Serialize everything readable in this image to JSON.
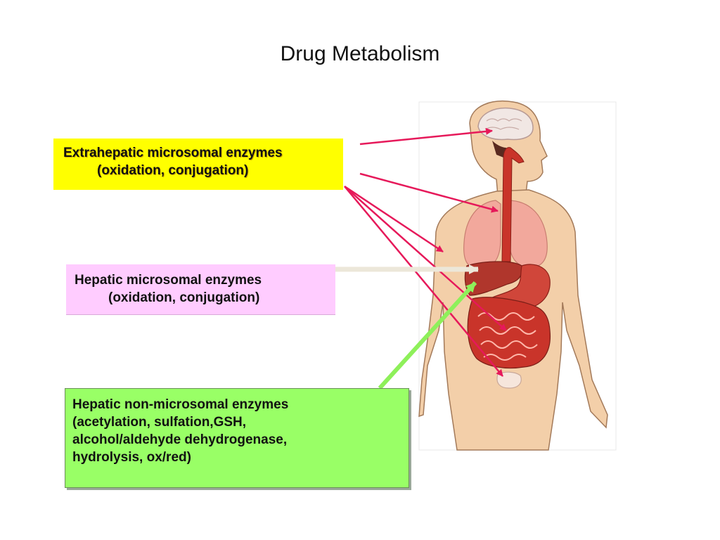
{
  "title": "Drug Metabolism",
  "boxes": {
    "extrahepatic": {
      "line1": "Extrahepatic microsomal enzymes",
      "line2": "(oxidation, conjugation)",
      "color": "#ffff00"
    },
    "hepatic_microsomal": {
      "line1": "Hepatic microsomal enzymes",
      "line2": "(oxidation, conjugation)",
      "color": "#ffccff"
    },
    "hepatic_nonmicrosomal": {
      "line1": "Hepatic non-microsomal enzymes",
      "line2": "(acetylation, sulfation,GSH,",
      "line3": "alcohol/aldehyde dehydrogenase,",
      "line4": "hydrolysis, ox/red)",
      "color": "#99ff66"
    }
  },
  "arrow_colors": {
    "extrahepatic": "#e6195a",
    "hepatic_microsomal": "#ece7d9",
    "hepatic_nonmicrosomal": "#8ef05a"
  },
  "figure_colors": {
    "skin": "#f3cfa9",
    "outline": "#a37a5a",
    "organ": "#c9342a",
    "lung": "#f2a89c"
  }
}
